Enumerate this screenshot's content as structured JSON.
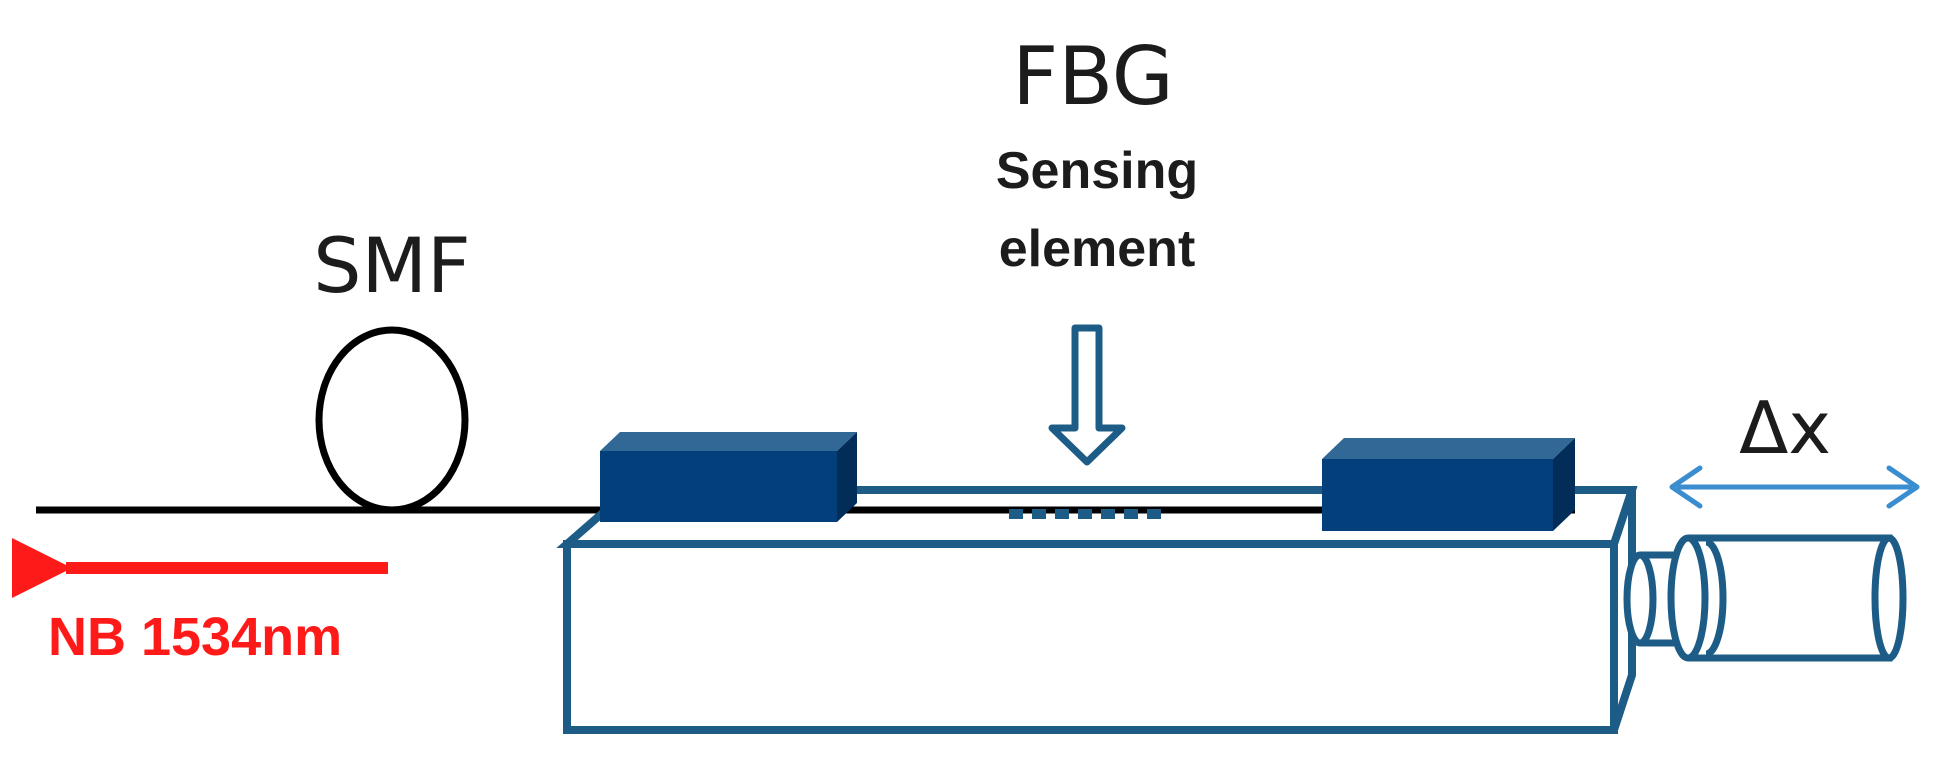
{
  "labels": {
    "fbg": "FBG",
    "sensing_line1": "Sensing",
    "sensing_line2": "element",
    "smf": "SMF",
    "delta_x": "Δx",
    "nb_wavelength": "NB 1534nm"
  },
  "colors": {
    "fiber": "#000000",
    "stage_outline": "#1d5c86",
    "clamp_dark": "#033f7a",
    "clamp_top": "#326896",
    "clamp_side": "#012d58",
    "arrow_blue": "#3a8ed0",
    "signal_red": "#ff1a1a",
    "text_dark": "#1c1c1c"
  },
  "icons": {
    "sensing_arrow": "down-arrow-outline",
    "displacement_arrow": "double-headed-arrow",
    "signal_arrow": "left-arrow"
  }
}
